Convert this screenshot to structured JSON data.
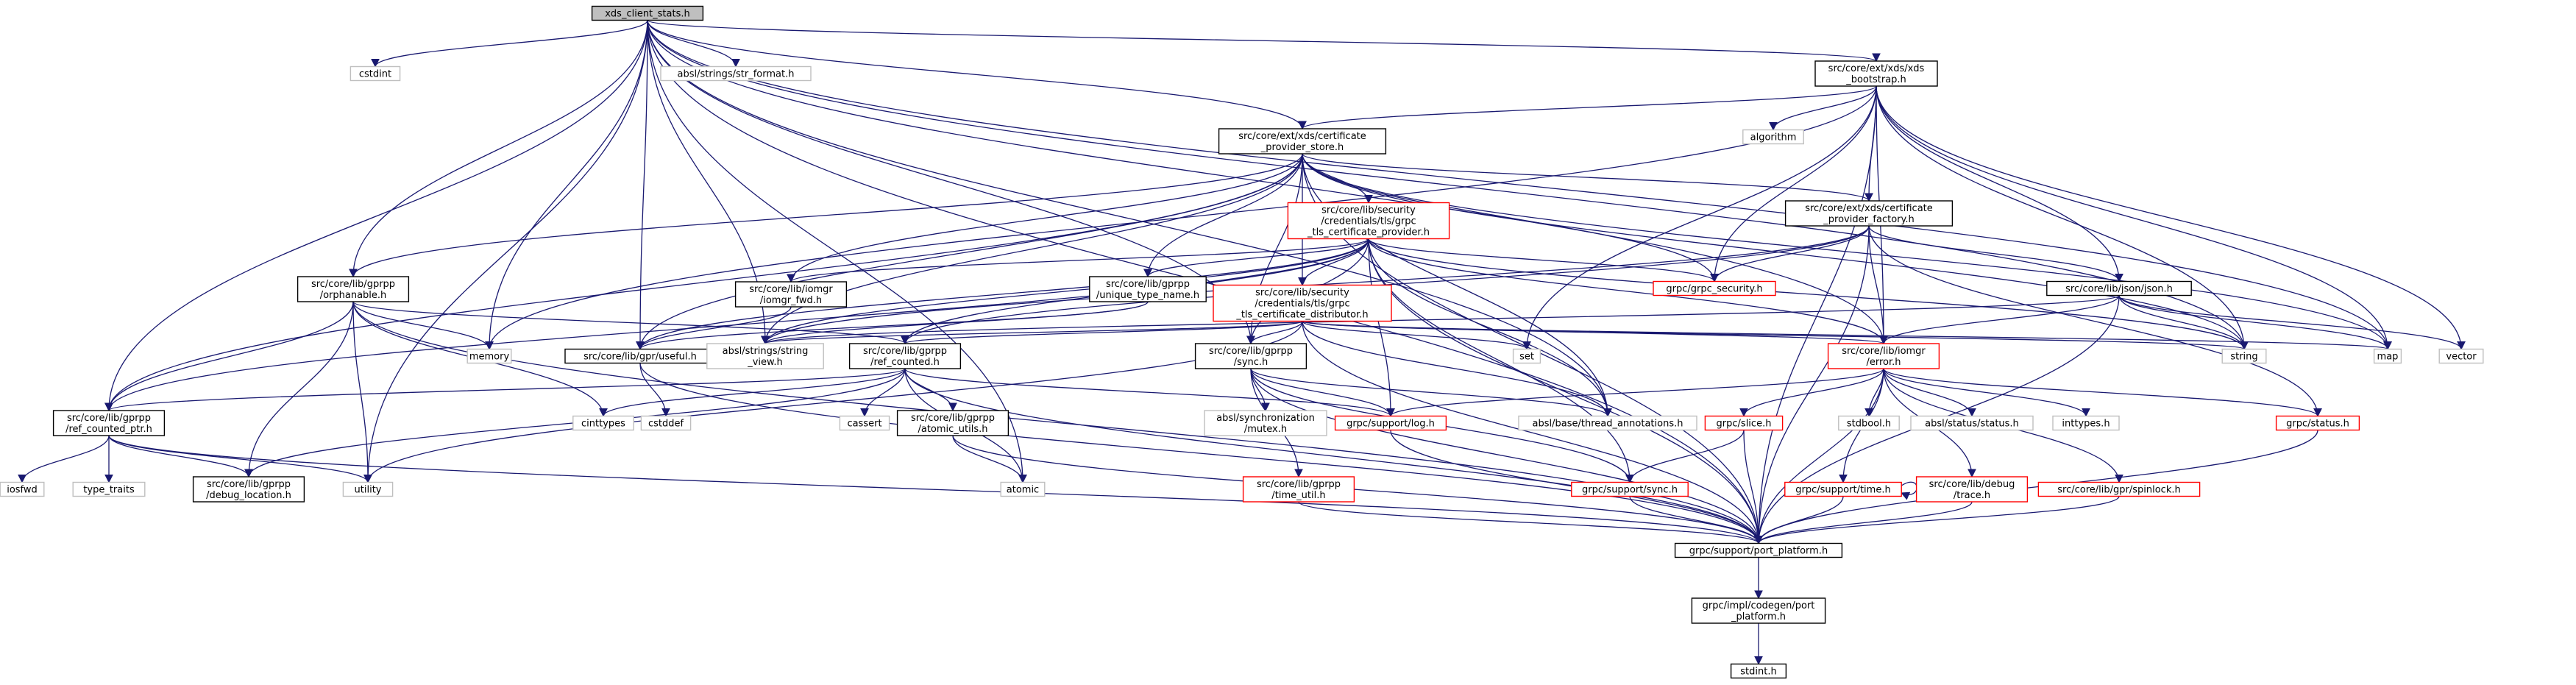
{
  "colors": {
    "edge": "#191970",
    "box_black": "#000000",
    "box_red": "#ff0000",
    "box_grey": "#bfbfbf",
    "root_fill": "#bfbfbf",
    "text": "#000000",
    "text_grey": "#000000"
  },
  "nodes": [
    {
      "id": "root",
      "lines": [
        "xds_client_stats.h"
      ],
      "style": "root"
    },
    {
      "id": "cstdint",
      "lines": [
        "cstdint"
      ],
      "style": "grey"
    },
    {
      "id": "str_format",
      "lines": [
        "absl/strings/str_format.h"
      ],
      "style": "grey"
    },
    {
      "id": "bootstrap",
      "lines": [
        "src/core/ext/xds/xds",
        "_bootstrap.h"
      ],
      "style": "black"
    },
    {
      "id": "algorithm",
      "lines": [
        "algorithm"
      ],
      "style": "grey"
    },
    {
      "id": "cert_store",
      "lines": [
        "src/core/ext/xds/certificate",
        "_provider_store.h"
      ],
      "style": "black"
    },
    {
      "id": "tls_provider",
      "lines": [
        "src/core/lib/security",
        "/credentials/tls/grpc",
        "_tls_certificate_provider.h"
      ],
      "style": "red"
    },
    {
      "id": "cert_factory",
      "lines": [
        "src/core/ext/xds/certificate",
        "_provider_factory.h"
      ],
      "style": "black"
    },
    {
      "id": "orphanable",
      "lines": [
        "src/core/lib/gprpp",
        "/orphanable.h"
      ],
      "style": "black"
    },
    {
      "id": "iomgr_fwd",
      "lines": [
        "src/core/lib/iomgr",
        "/iomgr_fwd.h"
      ],
      "style": "black"
    },
    {
      "id": "unique_type",
      "lines": [
        "src/core/lib/gprpp",
        "/unique_type_name.h"
      ],
      "style": "black"
    },
    {
      "id": "tls_distributor",
      "lines": [
        "src/core/lib/security",
        "/credentials/tls/grpc",
        "_tls_certificate_distributor.h"
      ],
      "style": "red"
    },
    {
      "id": "grpc_security",
      "lines": [
        "grpc/grpc_security.h"
      ],
      "style": "red"
    },
    {
      "id": "json",
      "lines": [
        "src/core/lib/json/json.h"
      ],
      "style": "black"
    },
    {
      "id": "memory",
      "lines": [
        "memory"
      ],
      "style": "grey"
    },
    {
      "id": "useful",
      "lines": [
        "src/core/lib/gpr/useful.h"
      ],
      "style": "black"
    },
    {
      "id": "string_view",
      "lines": [
        "absl/strings/string",
        "_view.h"
      ],
      "style": "grey"
    },
    {
      "id": "ref_counted",
      "lines": [
        "src/core/lib/gprpp",
        "/ref_counted.h"
      ],
      "style": "black"
    },
    {
      "id": "sync_gprpp",
      "lines": [
        "src/core/lib/gprpp",
        "/sync.h"
      ],
      "style": "black"
    },
    {
      "id": "set",
      "lines": [
        "set"
      ],
      "style": "grey"
    },
    {
      "id": "error",
      "lines": [
        "src/core/lib/iomgr",
        "/error.h"
      ],
      "style": "red"
    },
    {
      "id": "string",
      "lines": [
        "string"
      ],
      "style": "grey"
    },
    {
      "id": "map",
      "lines": [
        "map"
      ],
      "style": "grey"
    },
    {
      "id": "vector",
      "lines": [
        "vector"
      ],
      "style": "grey"
    },
    {
      "id": "ref_counted_ptr",
      "lines": [
        "src/core/lib/gprpp",
        "/ref_counted_ptr.h"
      ],
      "style": "black"
    },
    {
      "id": "cinttypes",
      "lines": [
        "cinttypes"
      ],
      "style": "grey"
    },
    {
      "id": "cstddef",
      "lines": [
        "cstddef"
      ],
      "style": "grey"
    },
    {
      "id": "cassert",
      "lines": [
        "cassert"
      ],
      "style": "grey"
    },
    {
      "id": "atomic_utils",
      "lines": [
        "src/core/lib/gprpp",
        "/atomic_utils.h"
      ],
      "style": "black"
    },
    {
      "id": "abs_mutex",
      "lines": [
        "absl/synchronization",
        "/mutex.h"
      ],
      "style": "grey"
    },
    {
      "id": "log",
      "lines": [
        "grpc/support/log.h"
      ],
      "style": "red"
    },
    {
      "id": "thread_ann",
      "lines": [
        "absl/base/thread_annotations.h"
      ],
      "style": "grey"
    },
    {
      "id": "grpc_slice",
      "lines": [
        "grpc/slice.h"
      ],
      "style": "red"
    },
    {
      "id": "stdbool",
      "lines": [
        "stdbool.h"
      ],
      "style": "grey"
    },
    {
      "id": "absl_status",
      "lines": [
        "absl/status/status.h"
      ],
      "style": "grey"
    },
    {
      "id": "inttypes",
      "lines": [
        "inttypes.h"
      ],
      "style": "grey"
    },
    {
      "id": "grpc_status",
      "lines": [
        "grpc/status.h"
      ],
      "style": "red"
    },
    {
      "id": "iosfwd",
      "lines": [
        "iosfwd"
      ],
      "style": "grey"
    },
    {
      "id": "type_traits",
      "lines": [
        "type_traits"
      ],
      "style": "grey"
    },
    {
      "id": "debug_location",
      "lines": [
        "src/core/lib/gprpp",
        "/debug_location.h"
      ],
      "style": "black"
    },
    {
      "id": "utility",
      "lines": [
        "utility"
      ],
      "style": "grey"
    },
    {
      "id": "atomic",
      "lines": [
        "atomic"
      ],
      "style": "grey"
    },
    {
      "id": "time_util",
      "lines": [
        "src/core/lib/gprpp",
        "/time_util.h"
      ],
      "style": "red"
    },
    {
      "id": "support_sync",
      "lines": [
        "grpc/support/sync.h"
      ],
      "style": "red"
    },
    {
      "id": "support_time",
      "lines": [
        "grpc/support/time.h"
      ],
      "style": "red"
    },
    {
      "id": "debug_trace",
      "lines": [
        "src/core/lib/debug",
        "/trace.h"
      ],
      "style": "red"
    },
    {
      "id": "spinlock",
      "lines": [
        "src/core/lib/gpr/spinlock.h"
      ],
      "style": "red"
    },
    {
      "id": "port_platform",
      "lines": [
        "grpc/support/port_platform.h"
      ],
      "style": "black"
    },
    {
      "id": "impl_port",
      "lines": [
        "grpc/impl/codegen/port",
        "_platform.h"
      ],
      "style": "black"
    },
    {
      "id": "stdint",
      "lines": [
        "stdint.h"
      ],
      "style": "black"
    }
  ],
  "edges": [
    [
      "root",
      "cstdint"
    ],
    [
      "root",
      "str_format"
    ],
    [
      "root",
      "bootstrap"
    ],
    [
      "root",
      "cert_store"
    ],
    [
      "root",
      "ref_counted_ptr"
    ],
    [
      "root",
      "utility"
    ],
    [
      "root",
      "useful"
    ],
    [
      "root",
      "string_view"
    ],
    [
      "root",
      "memory"
    ],
    [
      "root",
      "sync_gprpp"
    ],
    [
      "root",
      "thread_ann"
    ],
    [
      "root",
      "map"
    ],
    [
      "root",
      "string"
    ],
    [
      "root",
      "error"
    ],
    [
      "root",
      "port_platform"
    ],
    [
      "root",
      "atomic"
    ],
    [
      "root",
      "orphanable"
    ],
    [
      "bootstrap",
      "algorithm"
    ],
    [
      "bootstrap",
      "cert_store"
    ],
    [
      "bootstrap",
      "cert_factory"
    ],
    [
      "bootstrap",
      "json"
    ],
    [
      "bootstrap",
      "error"
    ],
    [
      "bootstrap",
      "set"
    ],
    [
      "bootstrap",
      "map"
    ],
    [
      "bootstrap",
      "vector"
    ],
    [
      "bootstrap",
      "string"
    ],
    [
      "bootstrap",
      "port_platform"
    ],
    [
      "bootstrap",
      "memory"
    ],
    [
      "bootstrap",
      "grpc_security"
    ],
    [
      "cert_store",
      "tls_provider"
    ],
    [
      "cert_store",
      "cert_factory"
    ],
    [
      "cert_store",
      "orphanable"
    ],
    [
      "cert_store",
      "iomgr_fwd"
    ],
    [
      "cert_store",
      "unique_type"
    ],
    [
      "cert_store",
      "tls_distributor"
    ],
    [
      "cert_store",
      "sync_gprpp"
    ],
    [
      "cert_store",
      "useful"
    ],
    [
      "cert_store",
      "string_view"
    ],
    [
      "cert_store",
      "thread_ann"
    ],
    [
      "cert_store",
      "grpc_security"
    ],
    [
      "cert_store",
      "map"
    ],
    [
      "cert_store",
      "string"
    ],
    [
      "cert_store",
      "port_platform"
    ],
    [
      "cert_store",
      "ref_counted_ptr"
    ],
    [
      "tls_provider",
      "tls_distributor"
    ],
    [
      "tls_provider",
      "grpc_security"
    ],
    [
      "tls_provider",
      "iomgr_fwd"
    ],
    [
      "tls_provider",
      "unique_type"
    ],
    [
      "tls_provider",
      "useful"
    ],
    [
      "tls_provider",
      "string_view"
    ],
    [
      "tls_provider",
      "ref_counted"
    ],
    [
      "tls_provider",
      "sync_gprpp"
    ],
    [
      "tls_provider",
      "thread_ann"
    ],
    [
      "tls_provider",
      "log"
    ],
    [
      "tls_provider",
      "error"
    ],
    [
      "tls_provider",
      "ref_counted_ptr"
    ],
    [
      "tls_provider",
      "support_sync"
    ],
    [
      "tls_provider",
      "port_platform"
    ],
    [
      "tls_provider",
      "string"
    ],
    [
      "cert_factory",
      "grpc_security"
    ],
    [
      "cert_factory",
      "json"
    ],
    [
      "cert_factory",
      "error"
    ],
    [
      "cert_factory",
      "ref_counted"
    ],
    [
      "cert_factory",
      "port_platform"
    ],
    [
      "cert_factory",
      "grpc_status"
    ],
    [
      "cert_factory",
      "string_view"
    ],
    [
      "orphanable",
      "memory"
    ],
    [
      "orphanable",
      "ref_counted_ptr"
    ],
    [
      "orphanable",
      "debug_location"
    ],
    [
      "orphanable",
      "utility"
    ],
    [
      "orphanable",
      "cinttypes"
    ],
    [
      "orphanable",
      "ref_counted"
    ],
    [
      "orphanable",
      "port_platform"
    ],
    [
      "iomgr_fwd",
      "useful"
    ],
    [
      "unique_type",
      "string_view"
    ],
    [
      "unique_type",
      "useful"
    ],
    [
      "tls_distributor",
      "sync_gprpp"
    ],
    [
      "tls_distributor",
      "string_view"
    ],
    [
      "tls_distributor",
      "ref_counted"
    ],
    [
      "tls_distributor",
      "set"
    ],
    [
      "tls_distributor",
      "thread_ann"
    ],
    [
      "tls_distributor",
      "error"
    ],
    [
      "tls_distributor",
      "map"
    ],
    [
      "tls_distributor",
      "string"
    ],
    [
      "tls_distributor",
      "port_platform"
    ],
    [
      "tls_distributor",
      "utility"
    ],
    [
      "json",
      "error"
    ],
    [
      "json",
      "map"
    ],
    [
      "json",
      "vector"
    ],
    [
      "json",
      "string"
    ],
    [
      "json",
      "string_view"
    ],
    [
      "json",
      "port_platform"
    ],
    [
      "useful",
      "cstddef"
    ],
    [
      "useful",
      "port_platform"
    ],
    [
      "ref_counted",
      "ref_counted_ptr"
    ],
    [
      "ref_counted",
      "debug_location"
    ],
    [
      "ref_counted",
      "atomic_utils"
    ],
    [
      "ref_counted",
      "cassert"
    ],
    [
      "ref_counted",
      "cinttypes"
    ],
    [
      "ref_counted",
      "log"
    ],
    [
      "ref_counted",
      "atomic"
    ],
    [
      "ref_counted",
      "port_platform"
    ],
    [
      "sync_gprpp",
      "abs_mutex"
    ],
    [
      "sync_gprpp",
      "log"
    ],
    [
      "sync_gprpp",
      "thread_ann"
    ],
    [
      "sync_gprpp",
      "time_util"
    ],
    [
      "sync_gprpp",
      "support_sync"
    ],
    [
      "sync_gprpp",
      "port_platform"
    ],
    [
      "error",
      "log"
    ],
    [
      "error",
      "grpc_slice"
    ],
    [
      "error",
      "stdbool"
    ],
    [
      "error",
      "absl_status"
    ],
    [
      "error",
      "inttypes"
    ],
    [
      "error",
      "grpc_status"
    ],
    [
      "error",
      "support_time"
    ],
    [
      "error",
      "debug_trace"
    ],
    [
      "error",
      "spinlock"
    ],
    [
      "error",
      "port_platform"
    ],
    [
      "ref_counted_ptr",
      "iosfwd"
    ],
    [
      "ref_counted_ptr",
      "type_traits"
    ],
    [
      "ref_counted_ptr",
      "debug_location"
    ],
    [
      "ref_counted_ptr",
      "utility"
    ],
    [
      "ref_counted_ptr",
      "port_platform"
    ],
    [
      "atomic_utils",
      "atomic"
    ],
    [
      "atomic_utils",
      "port_platform"
    ],
    [
      "log",
      "port_platform"
    ],
    [
      "grpc_slice",
      "support_sync"
    ],
    [
      "grpc_slice",
      "port_platform"
    ],
    [
      "grpc_status",
      "port_platform"
    ],
    [
      "time_util",
      "port_platform"
    ],
    [
      "support_sync",
      "port_platform"
    ],
    [
      "support_time",
      "support_time"
    ],
    [
      "support_time",
      "port_platform"
    ],
    [
      "debug_trace",
      "port_platform"
    ],
    [
      "spinlock",
      "port_platform"
    ],
    [
      "port_platform",
      "impl_port"
    ],
    [
      "impl_port",
      "stdint"
    ]
  ]
}
